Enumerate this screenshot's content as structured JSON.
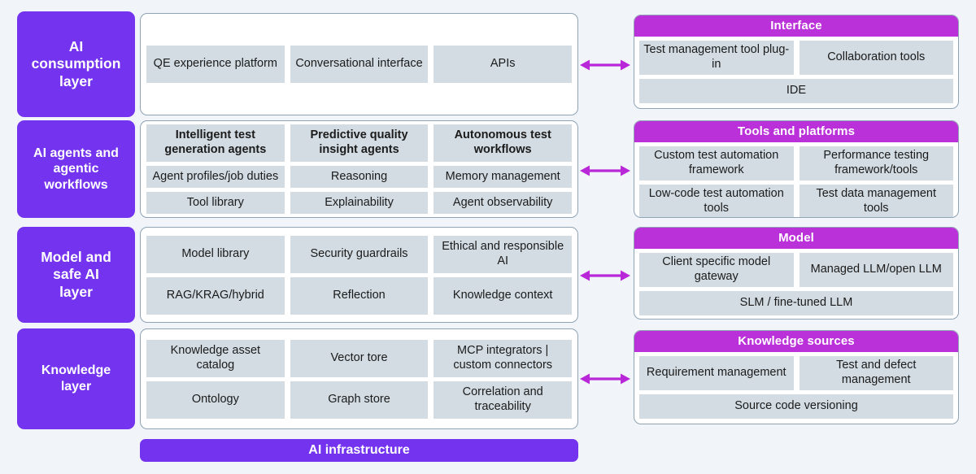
{
  "theme": {
    "background": "#f1f4f8",
    "layer_purple": "#7333ef",
    "header_magenta": "#ba30d9",
    "cell_gray": "#d3dce3",
    "panel_border": "#8fa3b5",
    "arrow_color": "#b828d8"
  },
  "layers": [
    {
      "id": "ai-consumption-layer",
      "label": "AI\nconsumption\nlayer"
    },
    {
      "id": "ai-agents-and-agentic-workflows",
      "label": "AI agents and\nagentic\nworkflows"
    },
    {
      "id": "model-and-safe-ai-layer",
      "label": "Model and\nsafe AI\nlayer"
    },
    {
      "id": "knowledge-layer",
      "label": "Knowledge\nlayer"
    }
  ],
  "center_panels": [
    {
      "id": "ai-consumption-capabilities",
      "rows": [
        {
          "bold": false,
          "cells": [
            "QE experience platform",
            "Conversational interface",
            "APIs"
          ]
        }
      ]
    },
    {
      "id": "ai-agents-capabilities",
      "rows": [
        {
          "bold": true,
          "cells": [
            "Intelligent test generation agents",
            "Predictive quality insight agents",
            "Autonomous test workflows"
          ]
        },
        {
          "bold": false,
          "cells": [
            "Agent profiles/job duties",
            "Reasoning",
            "Memory management"
          ]
        },
        {
          "bold": false,
          "cells": [
            "Tool library",
            "Explainability",
            "Agent observability"
          ]
        }
      ]
    },
    {
      "id": "model-and-safe-ai-capabilities",
      "rows": [
        {
          "bold": false,
          "cells": [
            "Model library",
            "Security guardrails",
            "Ethical and responsible AI"
          ]
        },
        {
          "bold": false,
          "cells": [
            "RAG/KRAG/hybrid",
            "Reflection",
            "Knowledge context"
          ]
        }
      ]
    },
    {
      "id": "knowledge-capabilities",
      "rows": [
        {
          "bold": false,
          "cells": [
            "Knowledge asset catalog",
            "Vector tore",
            "MCP integrators | custom connectors"
          ]
        },
        {
          "bold": false,
          "cells": [
            "Ontology",
            "Graph store",
            "Correlation and traceability"
          ]
        }
      ]
    }
  ],
  "right_panels": [
    {
      "id": "interface",
      "title": "Interface",
      "rows": [
        {
          "cells": [
            "Test management tool plug-in",
            "Collaboration tools"
          ]
        },
        {
          "cells": [
            "IDE"
          ]
        }
      ]
    },
    {
      "id": "tools-and-platforms",
      "title": "Tools and platforms",
      "rows": [
        {
          "cells": [
            "Custom test automation framework",
            "Performance testing framework/tools"
          ]
        },
        {
          "cells": [
            "Low-code test automation tools",
            "Test data management tools"
          ]
        }
      ]
    },
    {
      "id": "model",
      "title": "Model",
      "rows": [
        {
          "cells": [
            "Client specific model gateway",
            "Managed LLM/open LLM"
          ]
        },
        {
          "cells": [
            "SLM / fine-tuned LLM"
          ]
        }
      ]
    },
    {
      "id": "knowledge-sources",
      "title": "Knowledge sources",
      "rows": [
        {
          "cells": [
            "Requirement management",
            "Test and defect management"
          ]
        },
        {
          "cells": [
            "Source code versioning"
          ]
        }
      ]
    }
  ],
  "connectors": [
    {
      "id": "connector-consumption-interface",
      "icon": "double-arrow-horizontal-icon"
    },
    {
      "id": "connector-agents-tools",
      "icon": "double-arrow-horizontal-icon"
    },
    {
      "id": "connector-model-model",
      "icon": "double-arrow-horizontal-icon"
    },
    {
      "id": "connector-knowledge-sources",
      "icon": "double-arrow-horizontal-icon"
    }
  ],
  "footer": {
    "id": "ai-infrastructure",
    "label": "AI infrastructure"
  }
}
